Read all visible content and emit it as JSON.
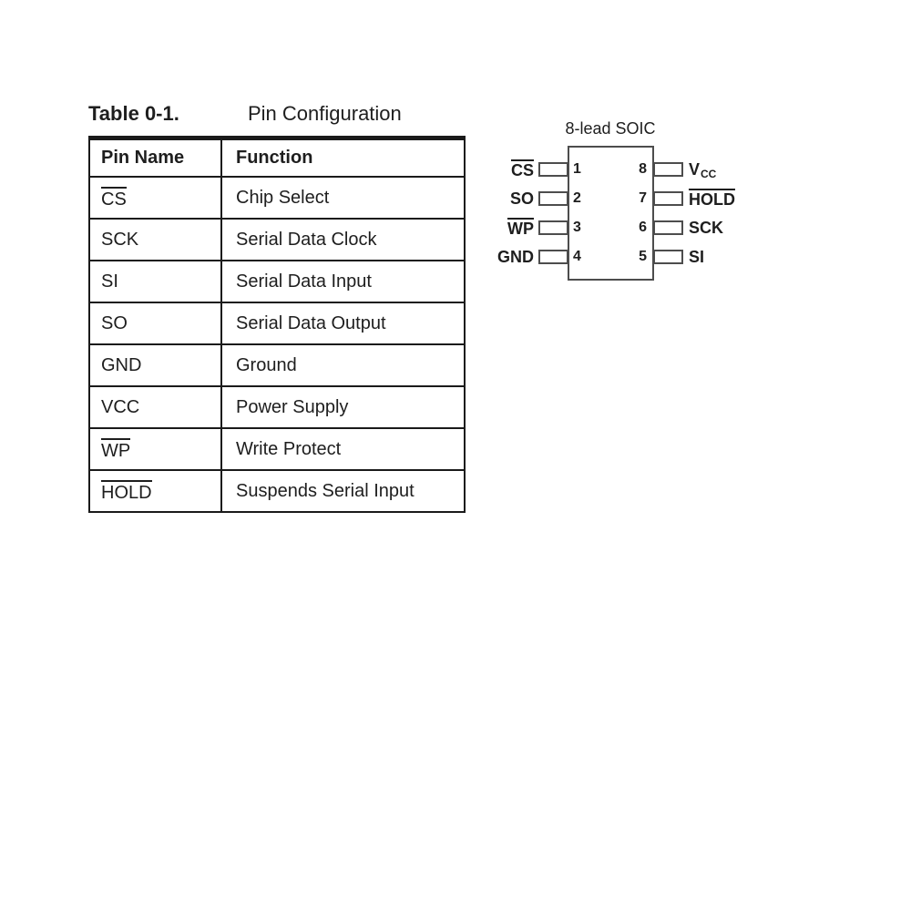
{
  "page": {
    "background": "#ffffff",
    "ink_color": "#1e1e1e",
    "chip_outline_color": "#4d4d4d"
  },
  "table": {
    "title_label": "Table 0-1.",
    "title_text": "Pin Configuration",
    "columns": [
      "Pin Name",
      "Function"
    ],
    "rows": [
      {
        "pin": "CS",
        "overline": true,
        "function": "Chip Select"
      },
      {
        "pin": "SCK",
        "overline": false,
        "function": "Serial Data Clock"
      },
      {
        "pin": "SI",
        "overline": false,
        "function": "Serial Data Input"
      },
      {
        "pin": "SO",
        "overline": false,
        "function": "Serial Data Output"
      },
      {
        "pin": "GND",
        "overline": false,
        "function": "Ground"
      },
      {
        "pin": "VCC",
        "overline": false,
        "function": "Power Supply"
      },
      {
        "pin": "WP",
        "overline": true,
        "function": "Write Protect"
      },
      {
        "pin": "HOLD",
        "overline": true,
        "function": "Suspends Serial Input"
      }
    ]
  },
  "diagram": {
    "title": "8-lead SOIC",
    "left_pins": [
      {
        "number": "1",
        "label": "CS",
        "overline": true
      },
      {
        "number": "2",
        "label": "SO",
        "overline": false
      },
      {
        "number": "3",
        "label": "WP",
        "overline": true
      },
      {
        "number": "4",
        "label": "GND",
        "overline": false
      }
    ],
    "right_pins": [
      {
        "number": "8",
        "label_main": "V",
        "label_sub": "CC",
        "overline": false
      },
      {
        "number": "7",
        "label": "HOLD",
        "overline": true
      },
      {
        "number": "6",
        "label": "SCK",
        "overline": false
      },
      {
        "number": "5",
        "label": "SI",
        "overline": false
      }
    ]
  }
}
